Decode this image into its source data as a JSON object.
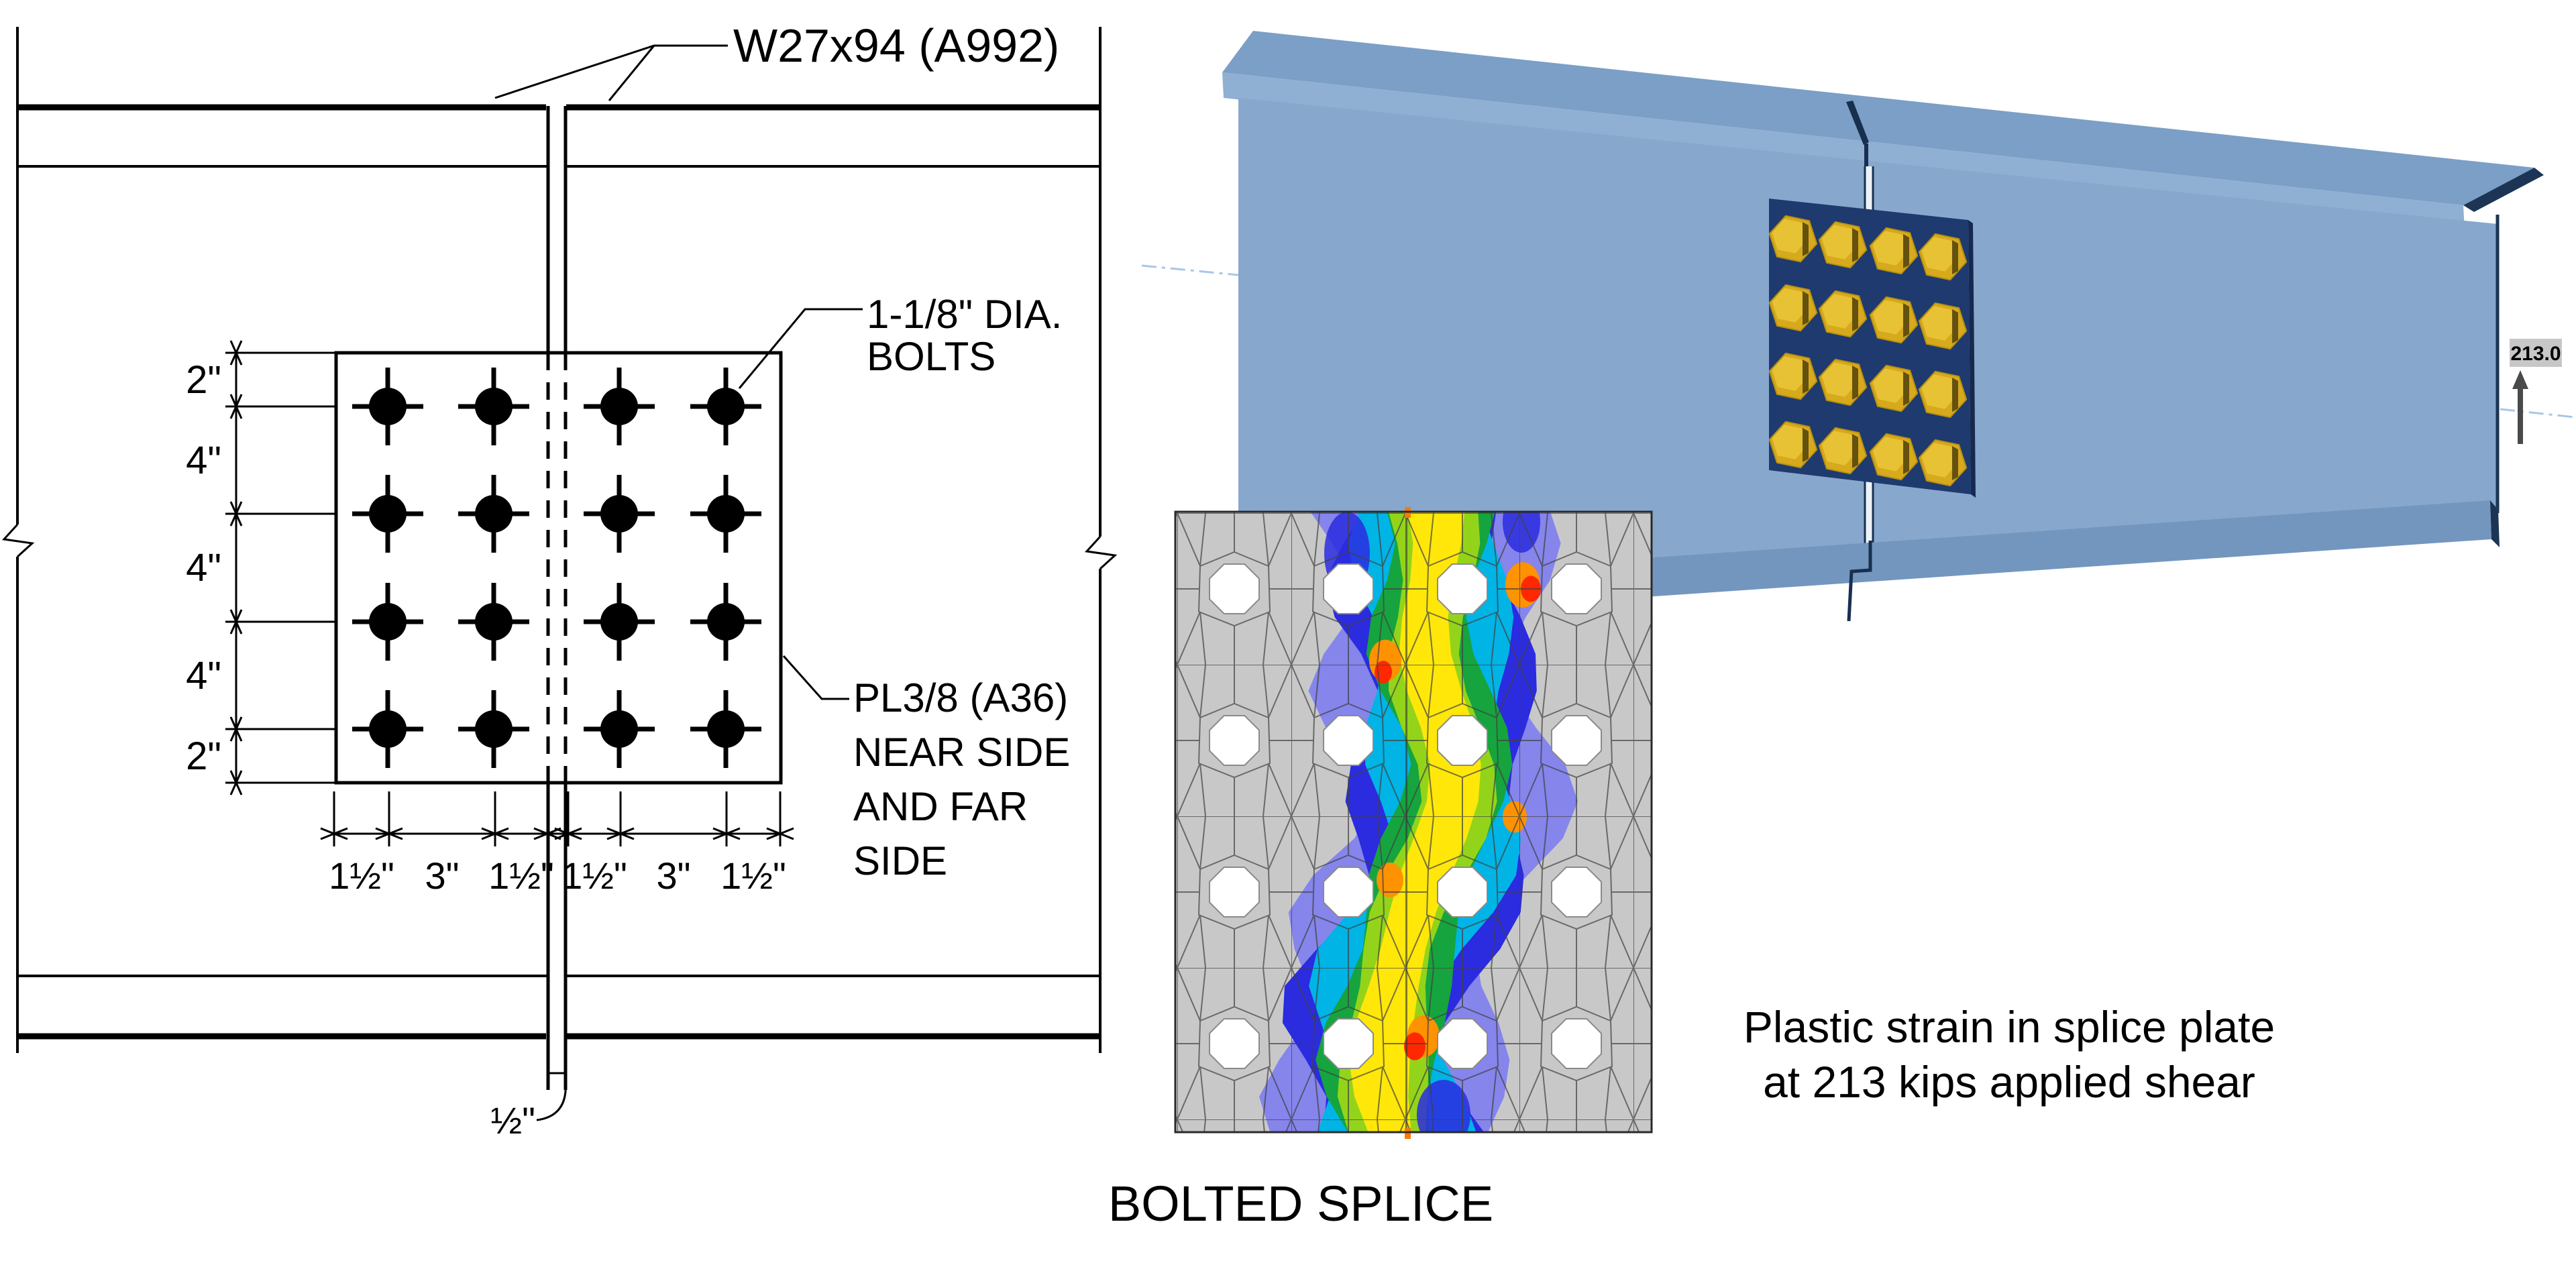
{
  "title": {
    "text": "BOLTED SPLICE"
  },
  "elevation_drawing": {
    "beam_section_label": "W27x94 (A992)",
    "bolts_callout": [
      "1-1/8\" DIA.",
      "BOLTS"
    ],
    "plate_callout": [
      "PL3/8 (A36)",
      "NEAR SIDE",
      "AND FAR",
      "SIDE"
    ],
    "vertical_dimensions": [
      "2\"",
      "4\"",
      "4\"",
      "4\"",
      "2\""
    ],
    "horizontal_dimensions": [
      "1½\"",
      "3\"",
      "1½\"",
      "1½\"",
      "3\"",
      "1½\""
    ],
    "gap_dimension": "½\"",
    "bolt_rows": 4,
    "bolt_cols": 4
  },
  "model_3d": {
    "applied_load_label": "213.0",
    "bolt_rows": 4,
    "bolt_cols": 4,
    "colors": {
      "web": "#87a7cd",
      "flange_top": "#7b9fc6",
      "flange_front": "#8fafd3",
      "bottom_sliver": "#a3bdd9",
      "bottom_front": "#7396bf",
      "end_cap": "#1c3554",
      "plate": "#1e3a6e",
      "plate_edge": "#16294f",
      "bolt": "#d7a91d",
      "bolt_face": "#e8c235",
      "bolt_shadow": "#64510e",
      "axis_line": "#a9c7e6"
    }
  },
  "fea_inset": {
    "caption": [
      "Plastic strain in splice plate",
      "at 213 kips applied shear"
    ],
    "background": "#c8c8c8",
    "hole_rows": 4,
    "hole_cols": 4,
    "contour_colors": [
      "#8585ec",
      "#2b2be0",
      "#00b4e6",
      "#16a43e",
      "#93d41a",
      "#ffe70a",
      "#ff9200",
      "#ff2800"
    ],
    "tick_color": "#ff7700"
  }
}
